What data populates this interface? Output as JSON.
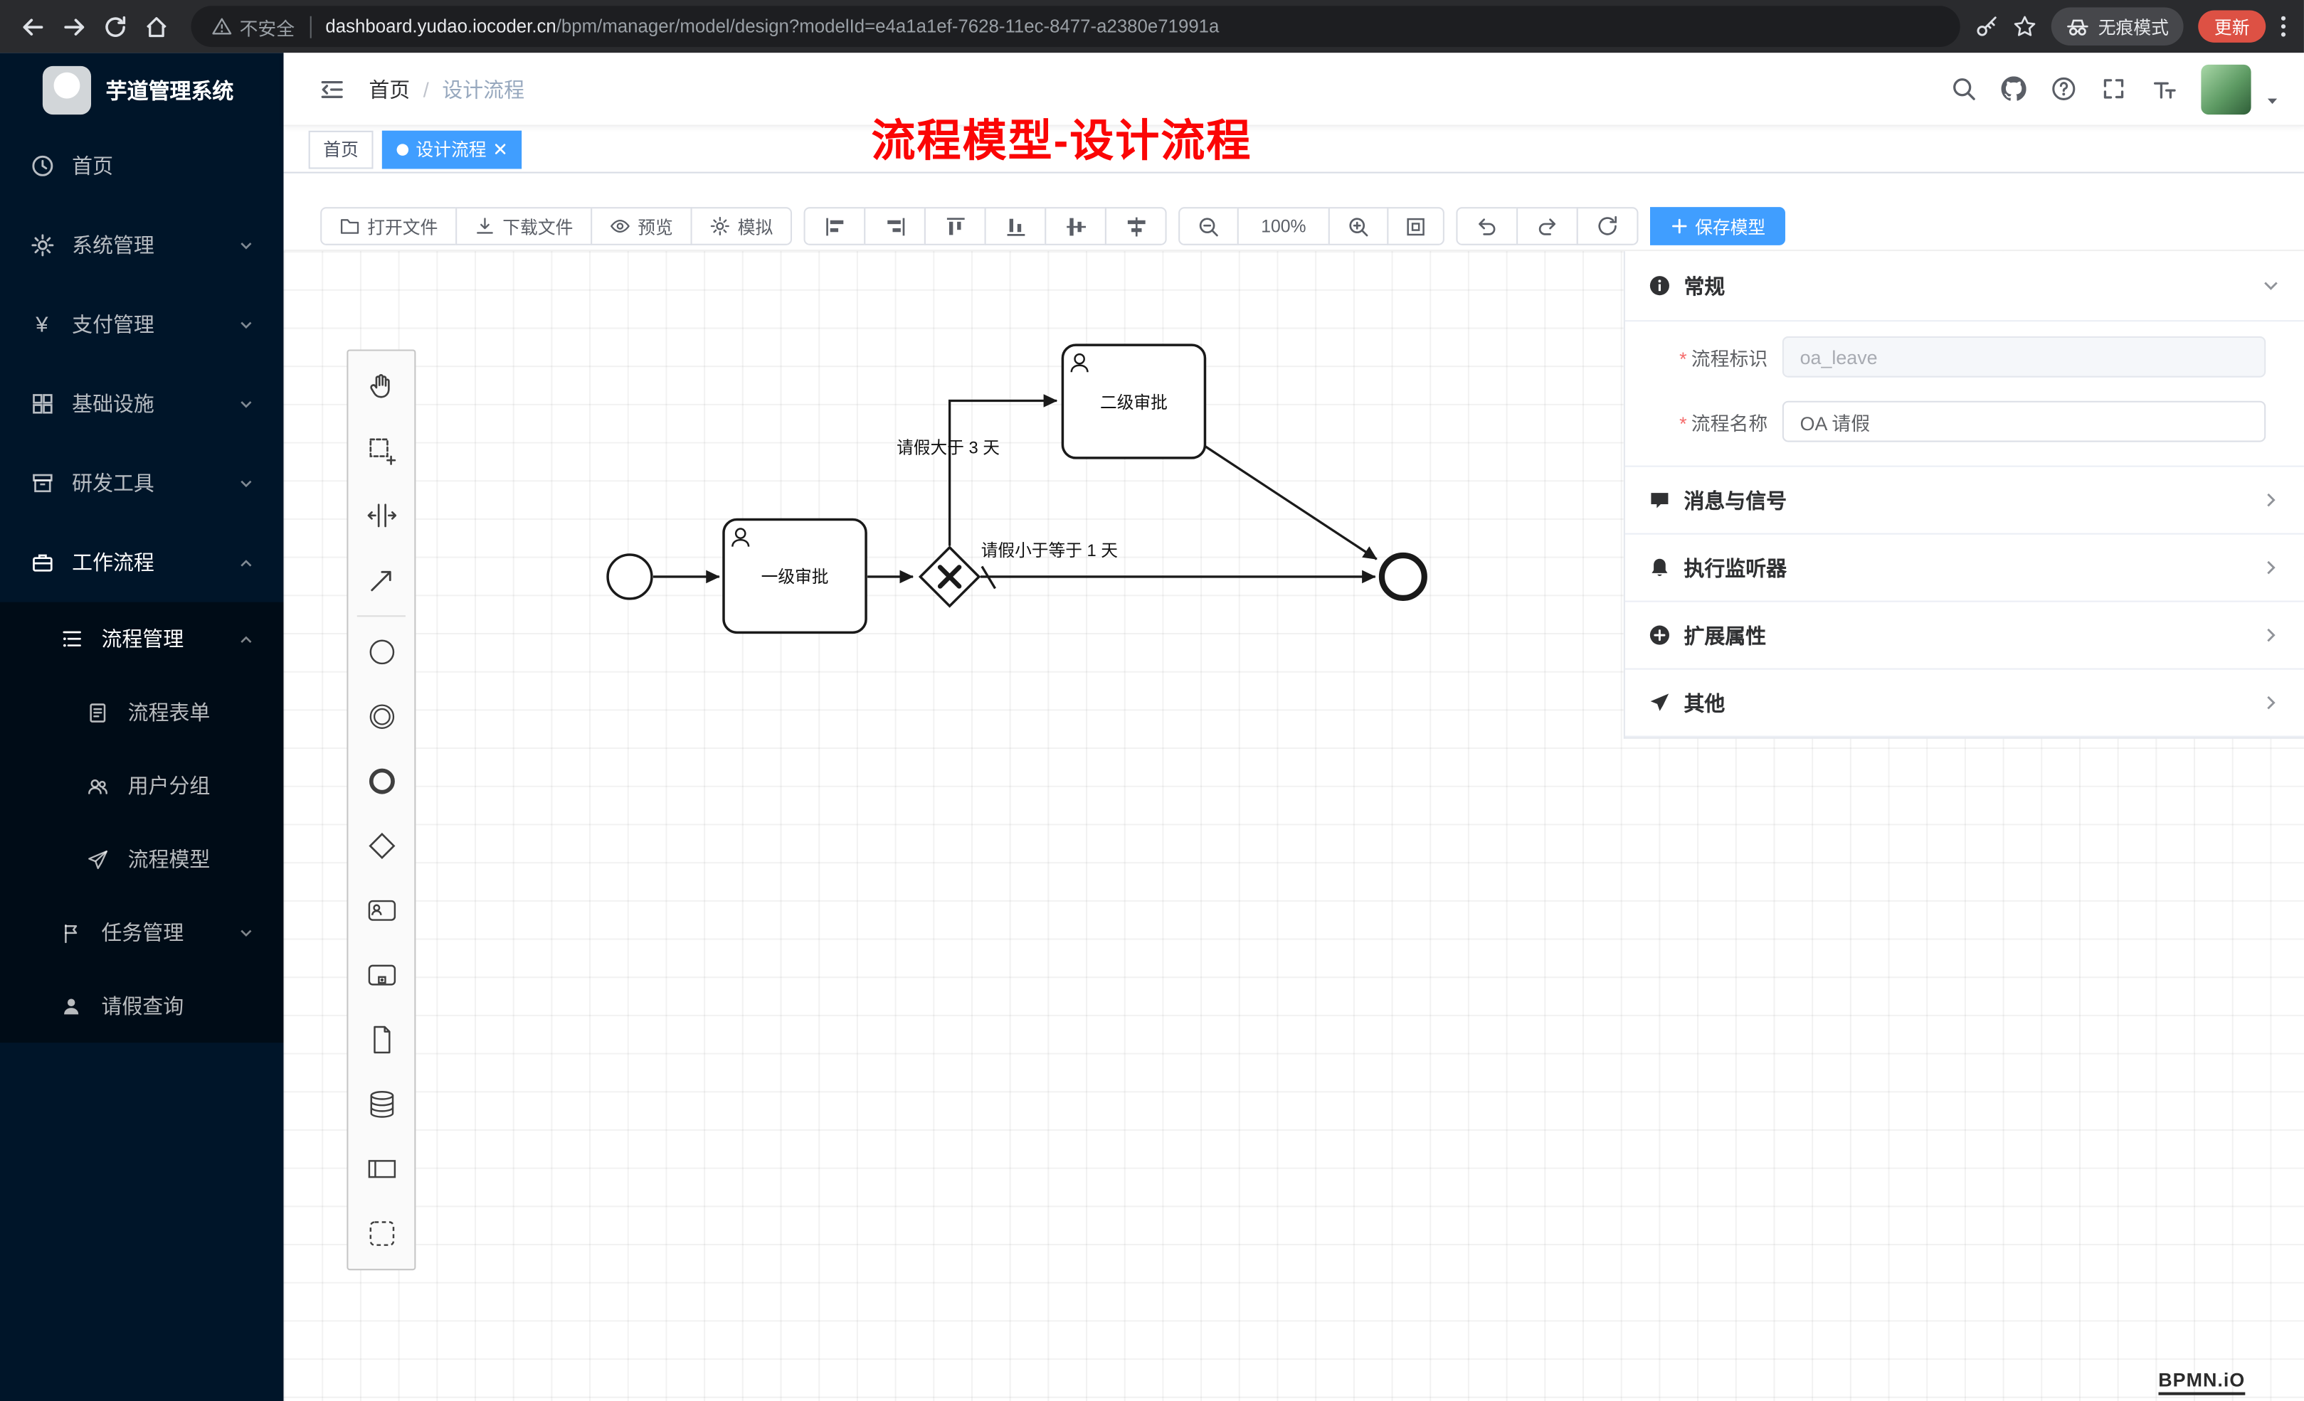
{
  "colors": {
    "primary": "#409eff",
    "sidebar_bg": "#001529",
    "sidebar_submenu_bg": "#000c17",
    "annotation_red": "#fb0505",
    "chrome_update_red": "#dd5144"
  },
  "browser": {
    "security_label": "不安全",
    "url_domain": "dashboard.yudao.iocoder.cn",
    "url_path": "/bpm/manager/model/design?modelId=e4a1a1ef-7628-11ec-8477-a2380e71991a",
    "incognito_label": "无痕模式",
    "update_label": "更新"
  },
  "sidebar": {
    "app_title": "芋道管理系统",
    "items": [
      {
        "label": "首页"
      },
      {
        "label": "系统管理"
      },
      {
        "label": "支付管理"
      },
      {
        "label": "基础设施"
      },
      {
        "label": "研发工具"
      },
      {
        "label": "工作流程"
      }
    ],
    "workflow_submenu": {
      "process_management": "流程管理",
      "process_form": "流程表单",
      "user_group": "用户分组",
      "process_model": "流程模型",
      "task_management": "任务管理",
      "leave_query": "请假查询"
    }
  },
  "navbar": {
    "breadcrumb": [
      "首页",
      "设计流程"
    ],
    "breadcrumb_separator": "/"
  },
  "annotation": {
    "title": "流程模型-设计流程"
  },
  "tags_view": {
    "tabs": [
      {
        "label": "首页",
        "active": false
      },
      {
        "label": "设计流程",
        "active": true
      }
    ]
  },
  "designer_toolbar": {
    "open_file": "打开文件",
    "download_file": "下载文件",
    "preview": "预览",
    "simulate": "模拟",
    "zoom_level": "100%",
    "save_model": "保存模型"
  },
  "diagram": {
    "task1_label": "一级审批",
    "task2_label": "二级审批",
    "condition_gt3_label": "请假大于 3 天",
    "condition_le1_label": "请假小于等于 1 天"
  },
  "properties_panel": {
    "required_mark": "*",
    "sections": {
      "general": "常规",
      "message_signal": "消息与信号",
      "execution_listener": "执行监听器",
      "extended_attributes": "扩展属性",
      "other": "其他"
    },
    "fields": {
      "process_key_label": "流程标识",
      "process_key_value": "oa_leave",
      "process_name_label": "流程名称",
      "process_name_value": "OA 请假"
    }
  },
  "watermark": "BPMN.iO"
}
